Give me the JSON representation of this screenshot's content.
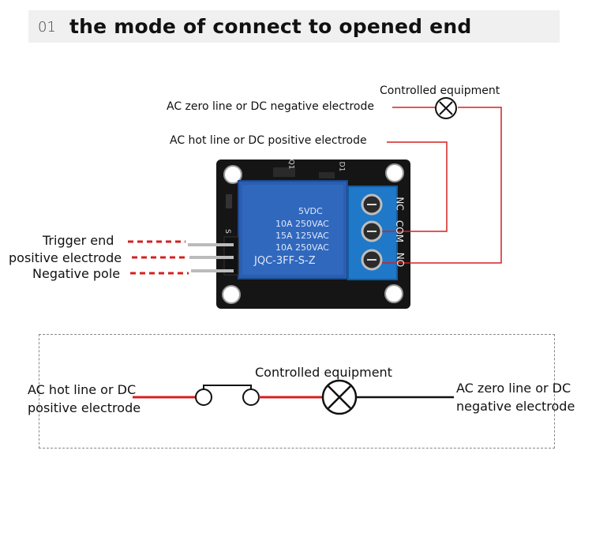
{
  "header": {
    "number": "01",
    "title": "the mode of connect to opened end"
  },
  "top_diagram": {
    "controlled_equipment": "Controlled equipment",
    "ac_zero_line": "AC zero line or DC negative electrode",
    "ac_hot_line": "AC hot line or DC positive electrode",
    "trigger_end": "Trigger end",
    "positive_electrode": "positive electrode",
    "negative_pole": "Negative pole",
    "relay": {
      "line1": "5VDC",
      "line2": "10A 250VAC",
      "line3": "15A 125VAC",
      "line4": "10A 250VAC",
      "model": "JQC-3FF-S-Z"
    },
    "terminal_labels": [
      "NC",
      "COM",
      "NO"
    ],
    "silkscreen": {
      "q1": "Q1",
      "d1": "D1",
      "pin": "S"
    }
  },
  "bottom_diagram": {
    "controlled_equipment": "Controlled equipment",
    "left_line1": "AC hot line or DC",
    "left_line2": "positive electrode",
    "right_line1": "AC zero line or DC",
    "right_line2": "negative electrode"
  },
  "colors": {
    "wire_red": "#d42020",
    "relay_blue": "#2a5fb0",
    "board_black": "#151515",
    "terminal_blue": "#1f78c8"
  }
}
